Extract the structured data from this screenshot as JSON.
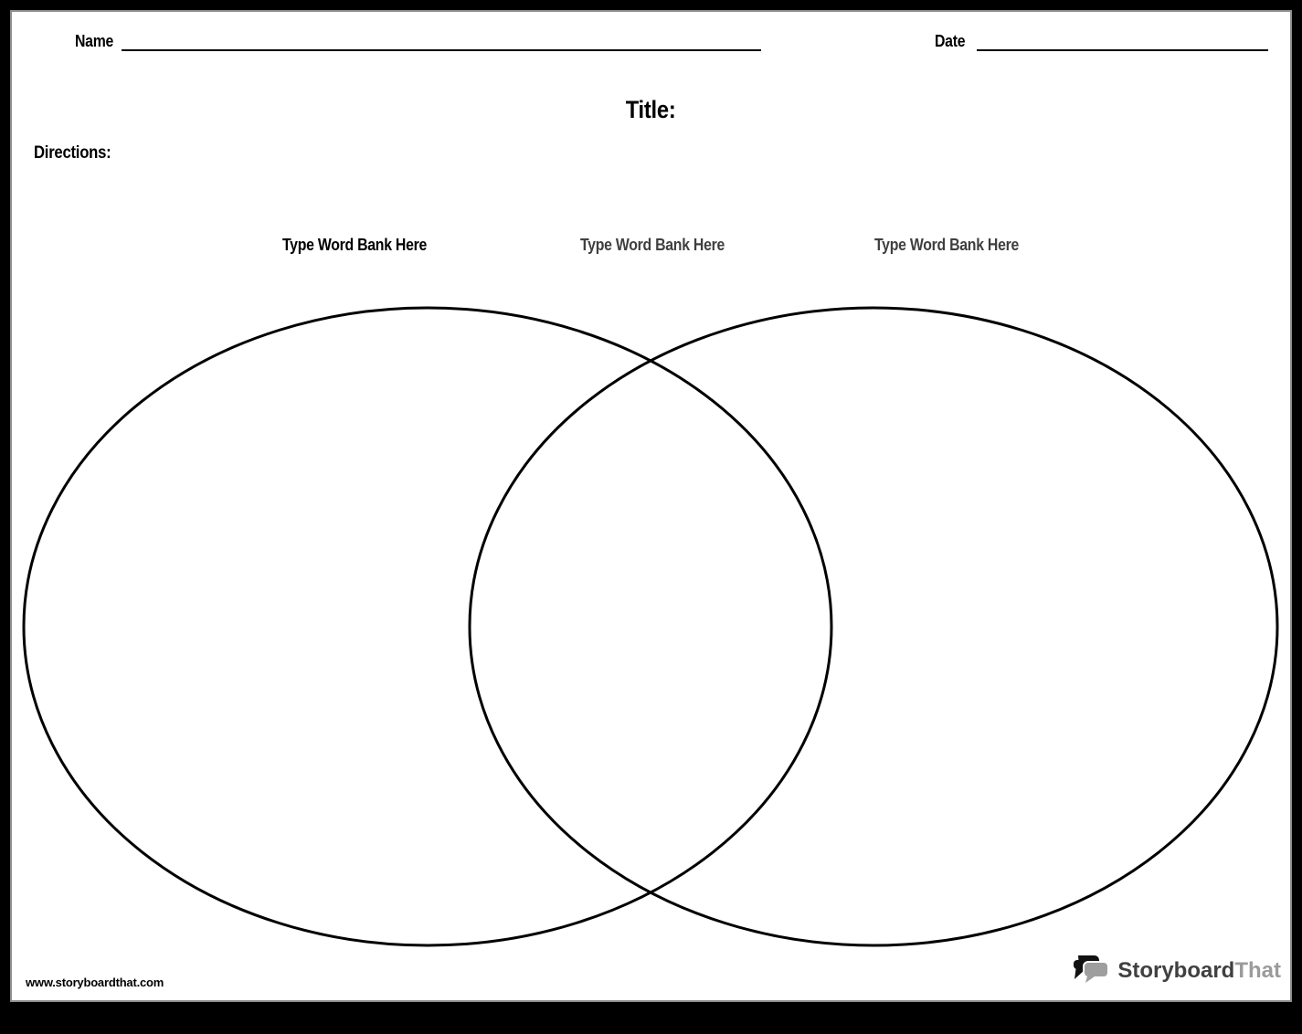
{
  "page": {
    "name_label": "Name",
    "date_label": "Date",
    "title": "Title:",
    "directions_label": "Directions:"
  },
  "word_banks": [
    {
      "label": "Type Word Bank Here"
    },
    {
      "label": "Type Word Bank Here"
    },
    {
      "label": "Type Word Bank Here"
    }
  ],
  "diagram": {
    "type": "venn",
    "set_count": 2,
    "regions": [
      "left-only",
      "overlap",
      "right-only"
    ],
    "stroke_color": "#000000",
    "stroke_width": 3
  },
  "footer": {
    "website_url": "www.storyboardthat.com",
    "brand_primary": "Storyboard",
    "brand_secondary": "That"
  },
  "colors": {
    "frame_bg": "#000000",
    "page_bg": "#ffffff",
    "page_border": "#8f8f8f",
    "text_primary": "#000000",
    "word_bank_muted": "#3f3f3f",
    "brand_dark": "#404040",
    "brand_light": "#9b9b9b",
    "logo_bubble_front": "#9e9e9e"
  }
}
